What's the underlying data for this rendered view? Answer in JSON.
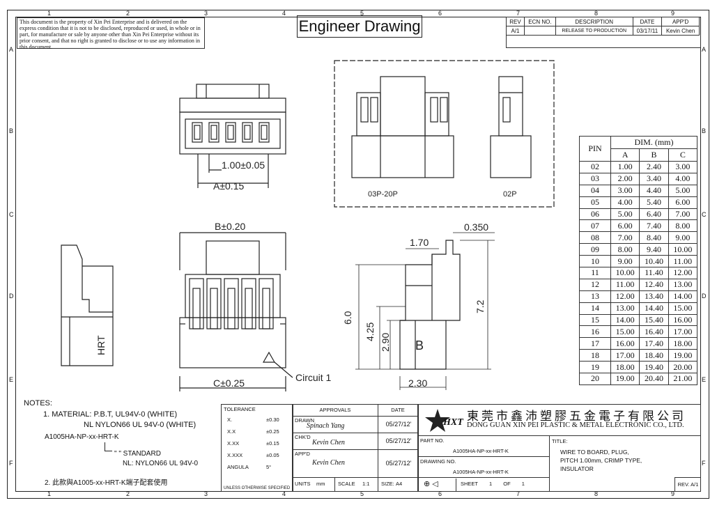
{
  "sheet": {
    "title": "Engineer Drawing",
    "notice": "This document is the property of Xin Pei Enterprise and is delivered on the express condition that it is not to be disclosed, reproduced or used, in whole or in part, for manufacture or sale by anyone other than Xin Pei Enterprise without its prior consent, and that no right is granted to disclose or to use any information in this document.",
    "zones_top": [
      "1",
      "2",
      "3",
      "4",
      "5",
      "6",
      "7",
      "8",
      "9"
    ],
    "zones_side": [
      "A",
      "B",
      "C",
      "D",
      "E",
      "F"
    ]
  },
  "revision": {
    "headers": [
      "REV",
      "ECN NO.",
      "DESCRIPTION",
      "DATE",
      "APP'D"
    ],
    "row": [
      "A/1",
      "",
      "RELEASE TO PRODUCTION",
      "03/17/11",
      "Kevin Chen"
    ]
  },
  "dims": {
    "pitch": "1.00±0.05",
    "a": "A±0.15",
    "b": "B±0.20",
    "c": "C±0.25",
    "v0350": "0.350",
    "v170": "1.70",
    "v60": "6.0",
    "v425": "4.25",
    "v290": "2.90",
    "v72": "7.2",
    "v230": "2.30",
    "circuit": "Circuit 1",
    "label_03p": "03P-20P",
    "label_02p": "02P",
    "hrt": "HRT",
    "b_mark": "B"
  },
  "dim_table": {
    "pin_header": "PIN",
    "dim_header": "DIM. (mm)",
    "cols": [
      "A",
      "B",
      "C"
    ],
    "rows": [
      [
        "02",
        "1.00",
        "2.40",
        "3.00"
      ],
      [
        "03",
        "2.00",
        "3.40",
        "4.00"
      ],
      [
        "04",
        "3.00",
        "4.40",
        "5.00"
      ],
      [
        "05",
        "4.00",
        "5.40",
        "6.00"
      ],
      [
        "06",
        "5.00",
        "6.40",
        "7.00"
      ],
      [
        "07",
        "6.00",
        "7.40",
        "8.00"
      ],
      [
        "08",
        "7.00",
        "8.40",
        "9.00"
      ],
      [
        "09",
        "8.00",
        "9.40",
        "10.00"
      ],
      [
        "10",
        "9.00",
        "10.40",
        "11.00"
      ],
      [
        "11",
        "10.00",
        "11.40",
        "12.00"
      ],
      [
        "12",
        "11.00",
        "12.40",
        "13.00"
      ],
      [
        "13",
        "12.00",
        "13.40",
        "14.00"
      ],
      [
        "14",
        "13.00",
        "14.40",
        "15.00"
      ],
      [
        "15",
        "14.00",
        "15.40",
        "16.00"
      ],
      [
        "16",
        "15.00",
        "16.40",
        "17.00"
      ],
      [
        "17",
        "16.00",
        "17.40",
        "18.00"
      ],
      [
        "18",
        "17.00",
        "18.40",
        "19.00"
      ],
      [
        "19",
        "18.00",
        "19.40",
        "20.00"
      ],
      [
        "20",
        "19.00",
        "20.40",
        "21.00"
      ]
    ]
  },
  "notes": {
    "title": "NOTES:",
    "line1": "1. MATERIAL: P.B.T, UL94V-0 (WHITE)",
    "line2": "NL NYLON66 UL 94V-0 (WHITE)",
    "part_code": "A1005HA-NP-xx-HRT-K",
    "standard": "\"   \"  STANDARD",
    "nl": "NL: NYLON66 UL 94V-0",
    "line3": "2. 此款與A1005-xx-HRT-K端子配套使用"
  },
  "tolerance": {
    "header": "TOLERANCE",
    "rows": [
      [
        "X.",
        "±0.30"
      ],
      [
        "X.X",
        "±0.25"
      ],
      [
        "X.XX",
        "±0.15"
      ],
      [
        "X.XXX",
        "±0.05"
      ],
      [
        "ANGULA",
        "5°"
      ]
    ],
    "footer": "UNLESS OTHERWISE SPECIFIED"
  },
  "approvals": {
    "header": "APPROVALS",
    "date_header": "DATE",
    "drawn_label": "DRAWN",
    "drawn_name": "Spinach Yang",
    "drawn_date": "05/27/12'",
    "chkd_label": "CHK'D",
    "chkd_name": "Kevin Chen",
    "chkd_date": "05/27/12'",
    "appd_label": "APP'D",
    "appd_name": "Kevin Chen",
    "appd_date": "05/27/12'",
    "units_label": "UNITS",
    "units": "mm",
    "scale_label": "SCALE",
    "scale": "1:1",
    "size_label": "SIZE:",
    "size": "A4"
  },
  "company": {
    "logo": "HXT",
    "name_cn": "東莞市鑫沛塑膠五金電子有限公司",
    "name_en": "DONG GUAN XIN PEI PLASTIC & METAL ELECTRONIC CO., LTD.",
    "part_no_label": "PART NO.",
    "part_no": "A1005HA-NP-xx-HRT-K",
    "drawing_no_label": "DRAWING NO.",
    "drawing_no": "A1005HA-NP-xx-HRT-K",
    "sheet_label": "SHEET",
    "sheet": "1",
    "of_label": "OF",
    "of": "1",
    "title_label": "TITLE:",
    "title_line1": "WIRE TO BOARD, PLUG,",
    "title_line2": "PITCH 1.00mm, CRIMP TYPE,",
    "title_line3": "INSULATOR",
    "rev": "REV. A/1"
  }
}
